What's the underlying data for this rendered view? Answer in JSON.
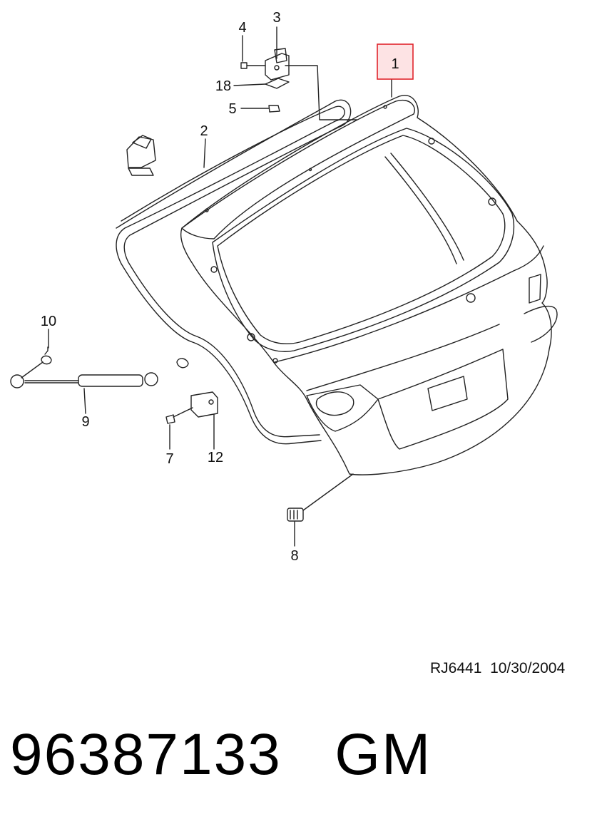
{
  "diagram": {
    "callouts": [
      {
        "id": "1",
        "label": "1",
        "highlighted": true
      },
      {
        "id": "2",
        "label": "2"
      },
      {
        "id": "3",
        "label": "3"
      },
      {
        "id": "4",
        "label": "4"
      },
      {
        "id": "5",
        "label": "5"
      },
      {
        "id": "7",
        "label": "7"
      },
      {
        "id": "8",
        "label": "8"
      },
      {
        "id": "9",
        "label": "9"
      },
      {
        "id": "10",
        "label": "10"
      },
      {
        "id": "12",
        "label": "12"
      },
      {
        "id": "18",
        "label": "18"
      }
    ],
    "highlight_color": "#e0242c",
    "highlight_fill": "#fde3e4"
  },
  "footer": {
    "ref_code": "RJ6441",
    "date": "10/30/2004",
    "part_number": "96387133",
    "brand": "GM"
  }
}
